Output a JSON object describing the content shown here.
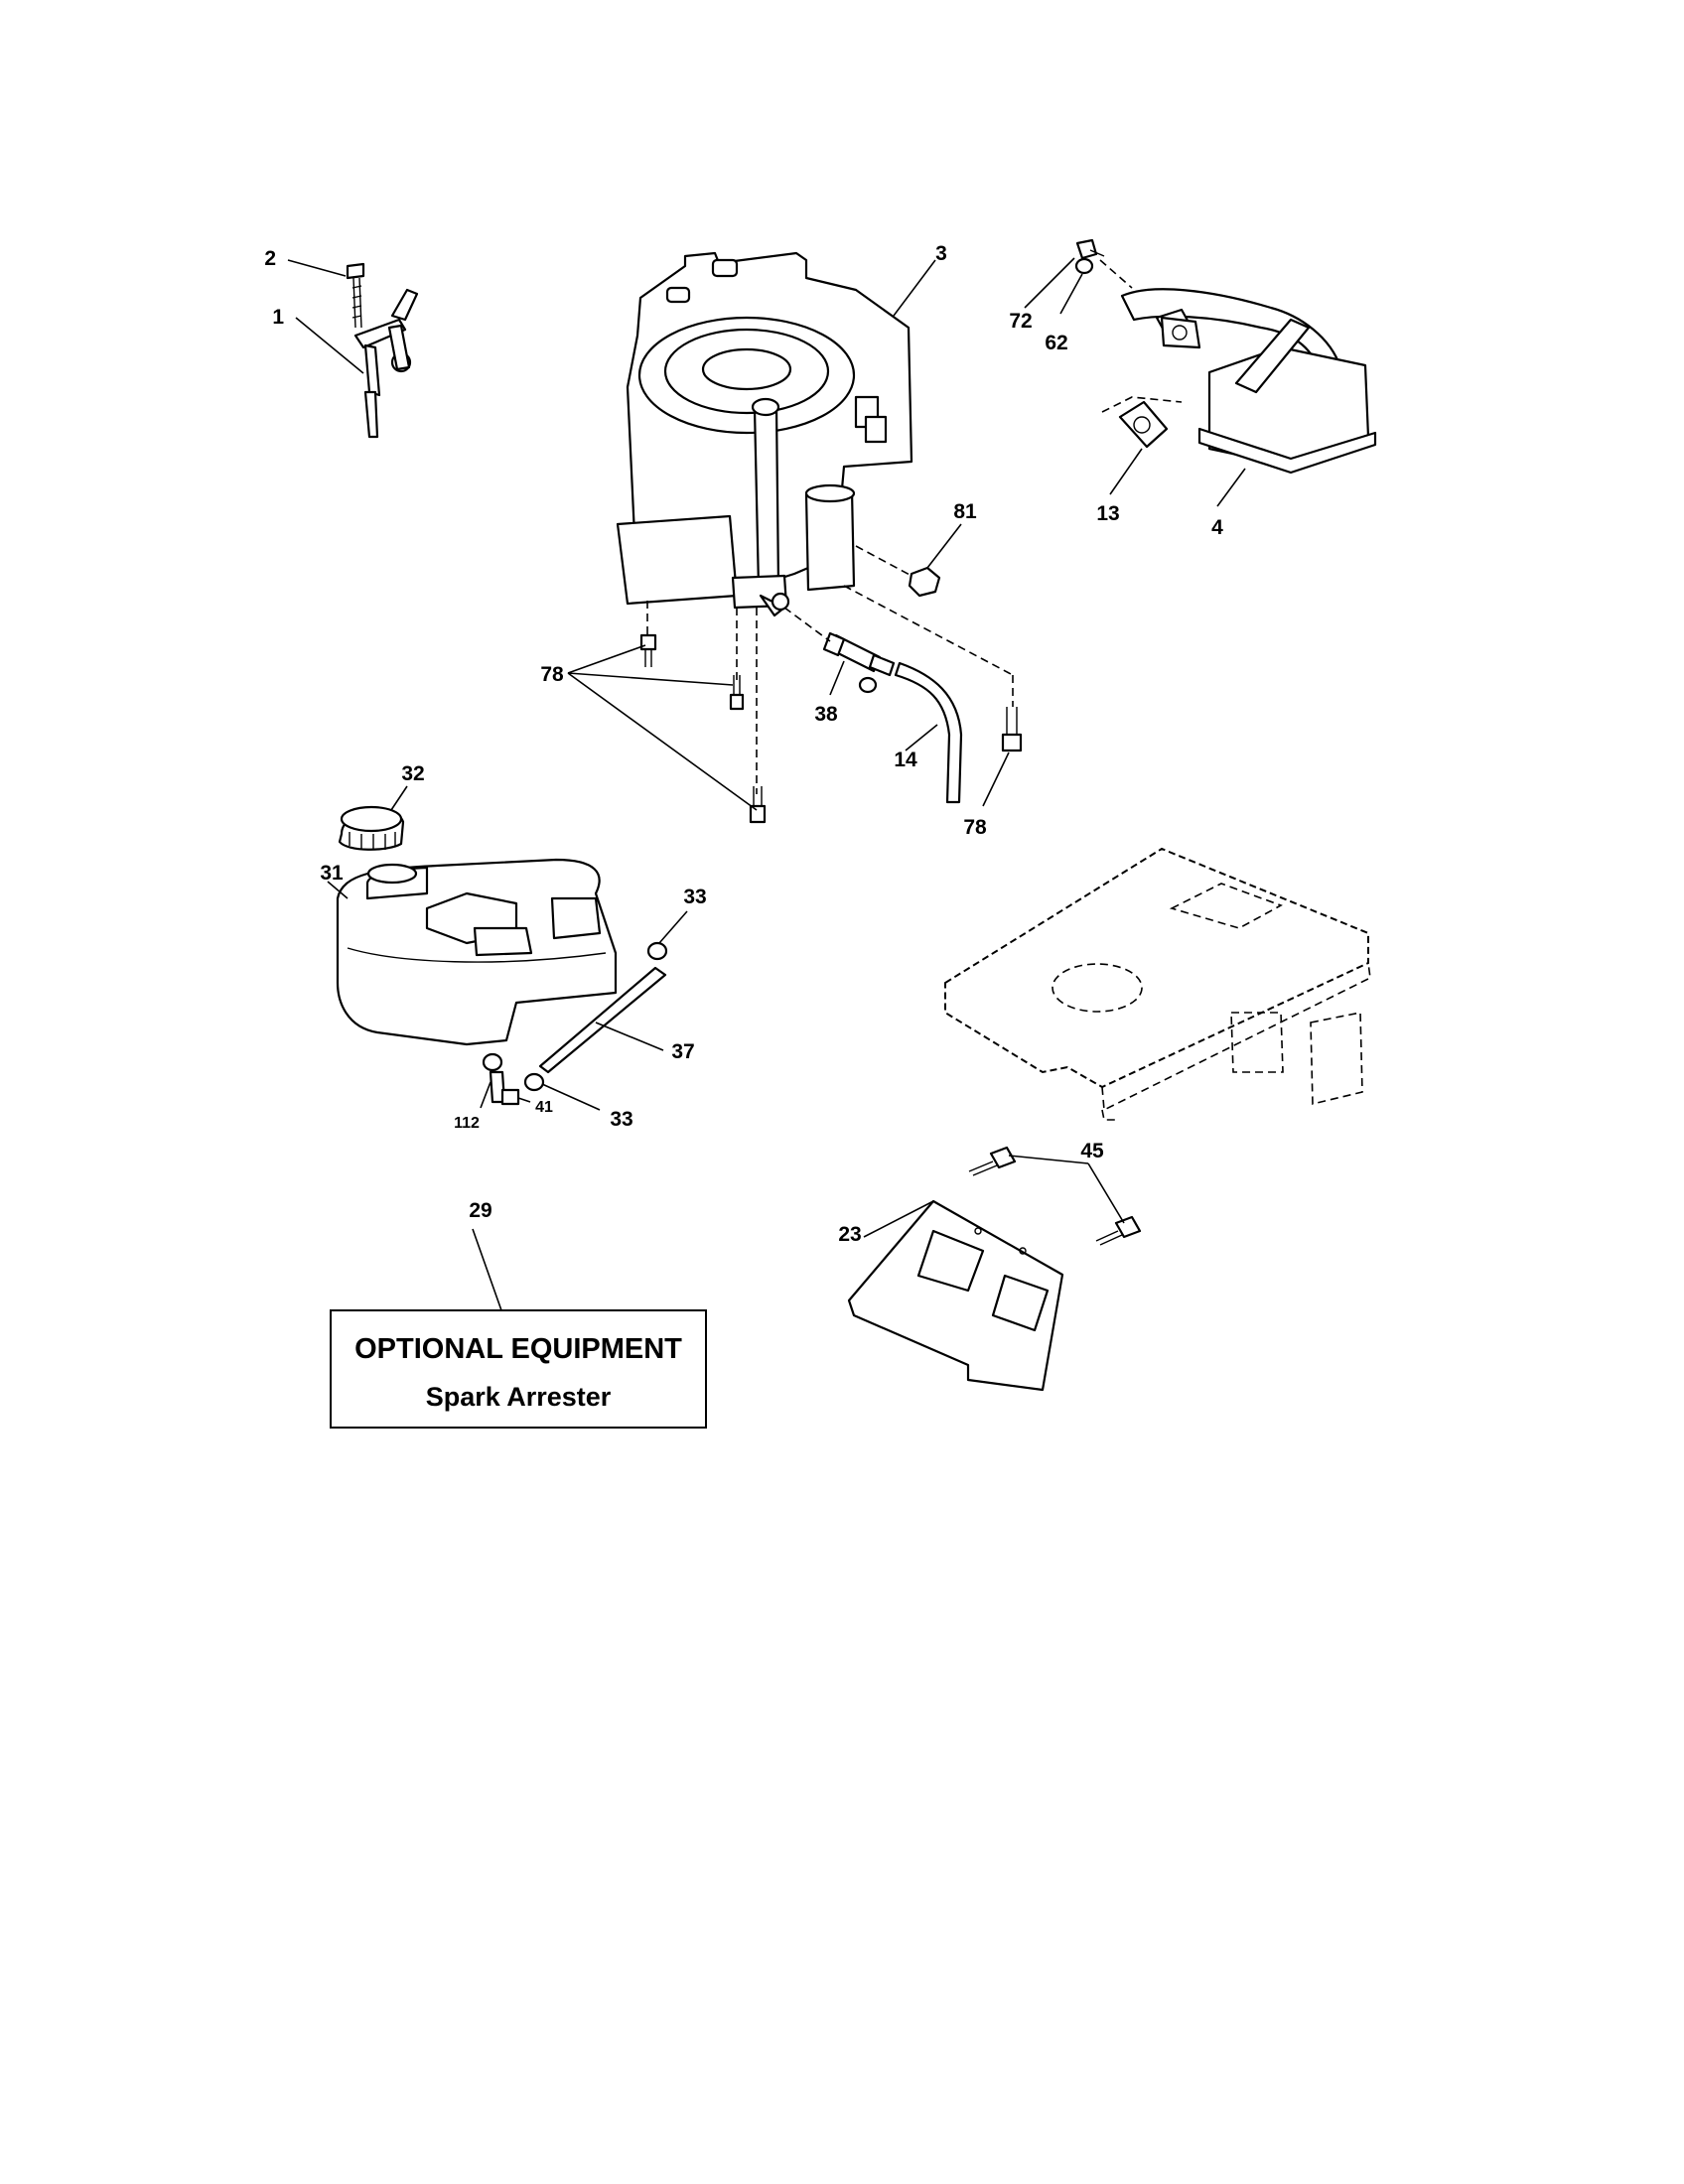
{
  "callouts": {
    "c1": "1",
    "c2": "2",
    "c3": "3",
    "c4": "4",
    "c13": "13",
    "c14": "14",
    "c23": "23",
    "c29": "29",
    "c31": "31",
    "c32": "32",
    "c33a": "33",
    "c33b": "33",
    "c37": "37",
    "c38": "38",
    "c41": "41",
    "c45": "45",
    "c62": "62",
    "c72": "72",
    "c78a": "78",
    "c78b": "78",
    "c81": "81",
    "c112": "112"
  },
  "optional_box": {
    "line1": "OPTIONAL EQUIPMENT",
    "line2": "Spark Arrester"
  }
}
